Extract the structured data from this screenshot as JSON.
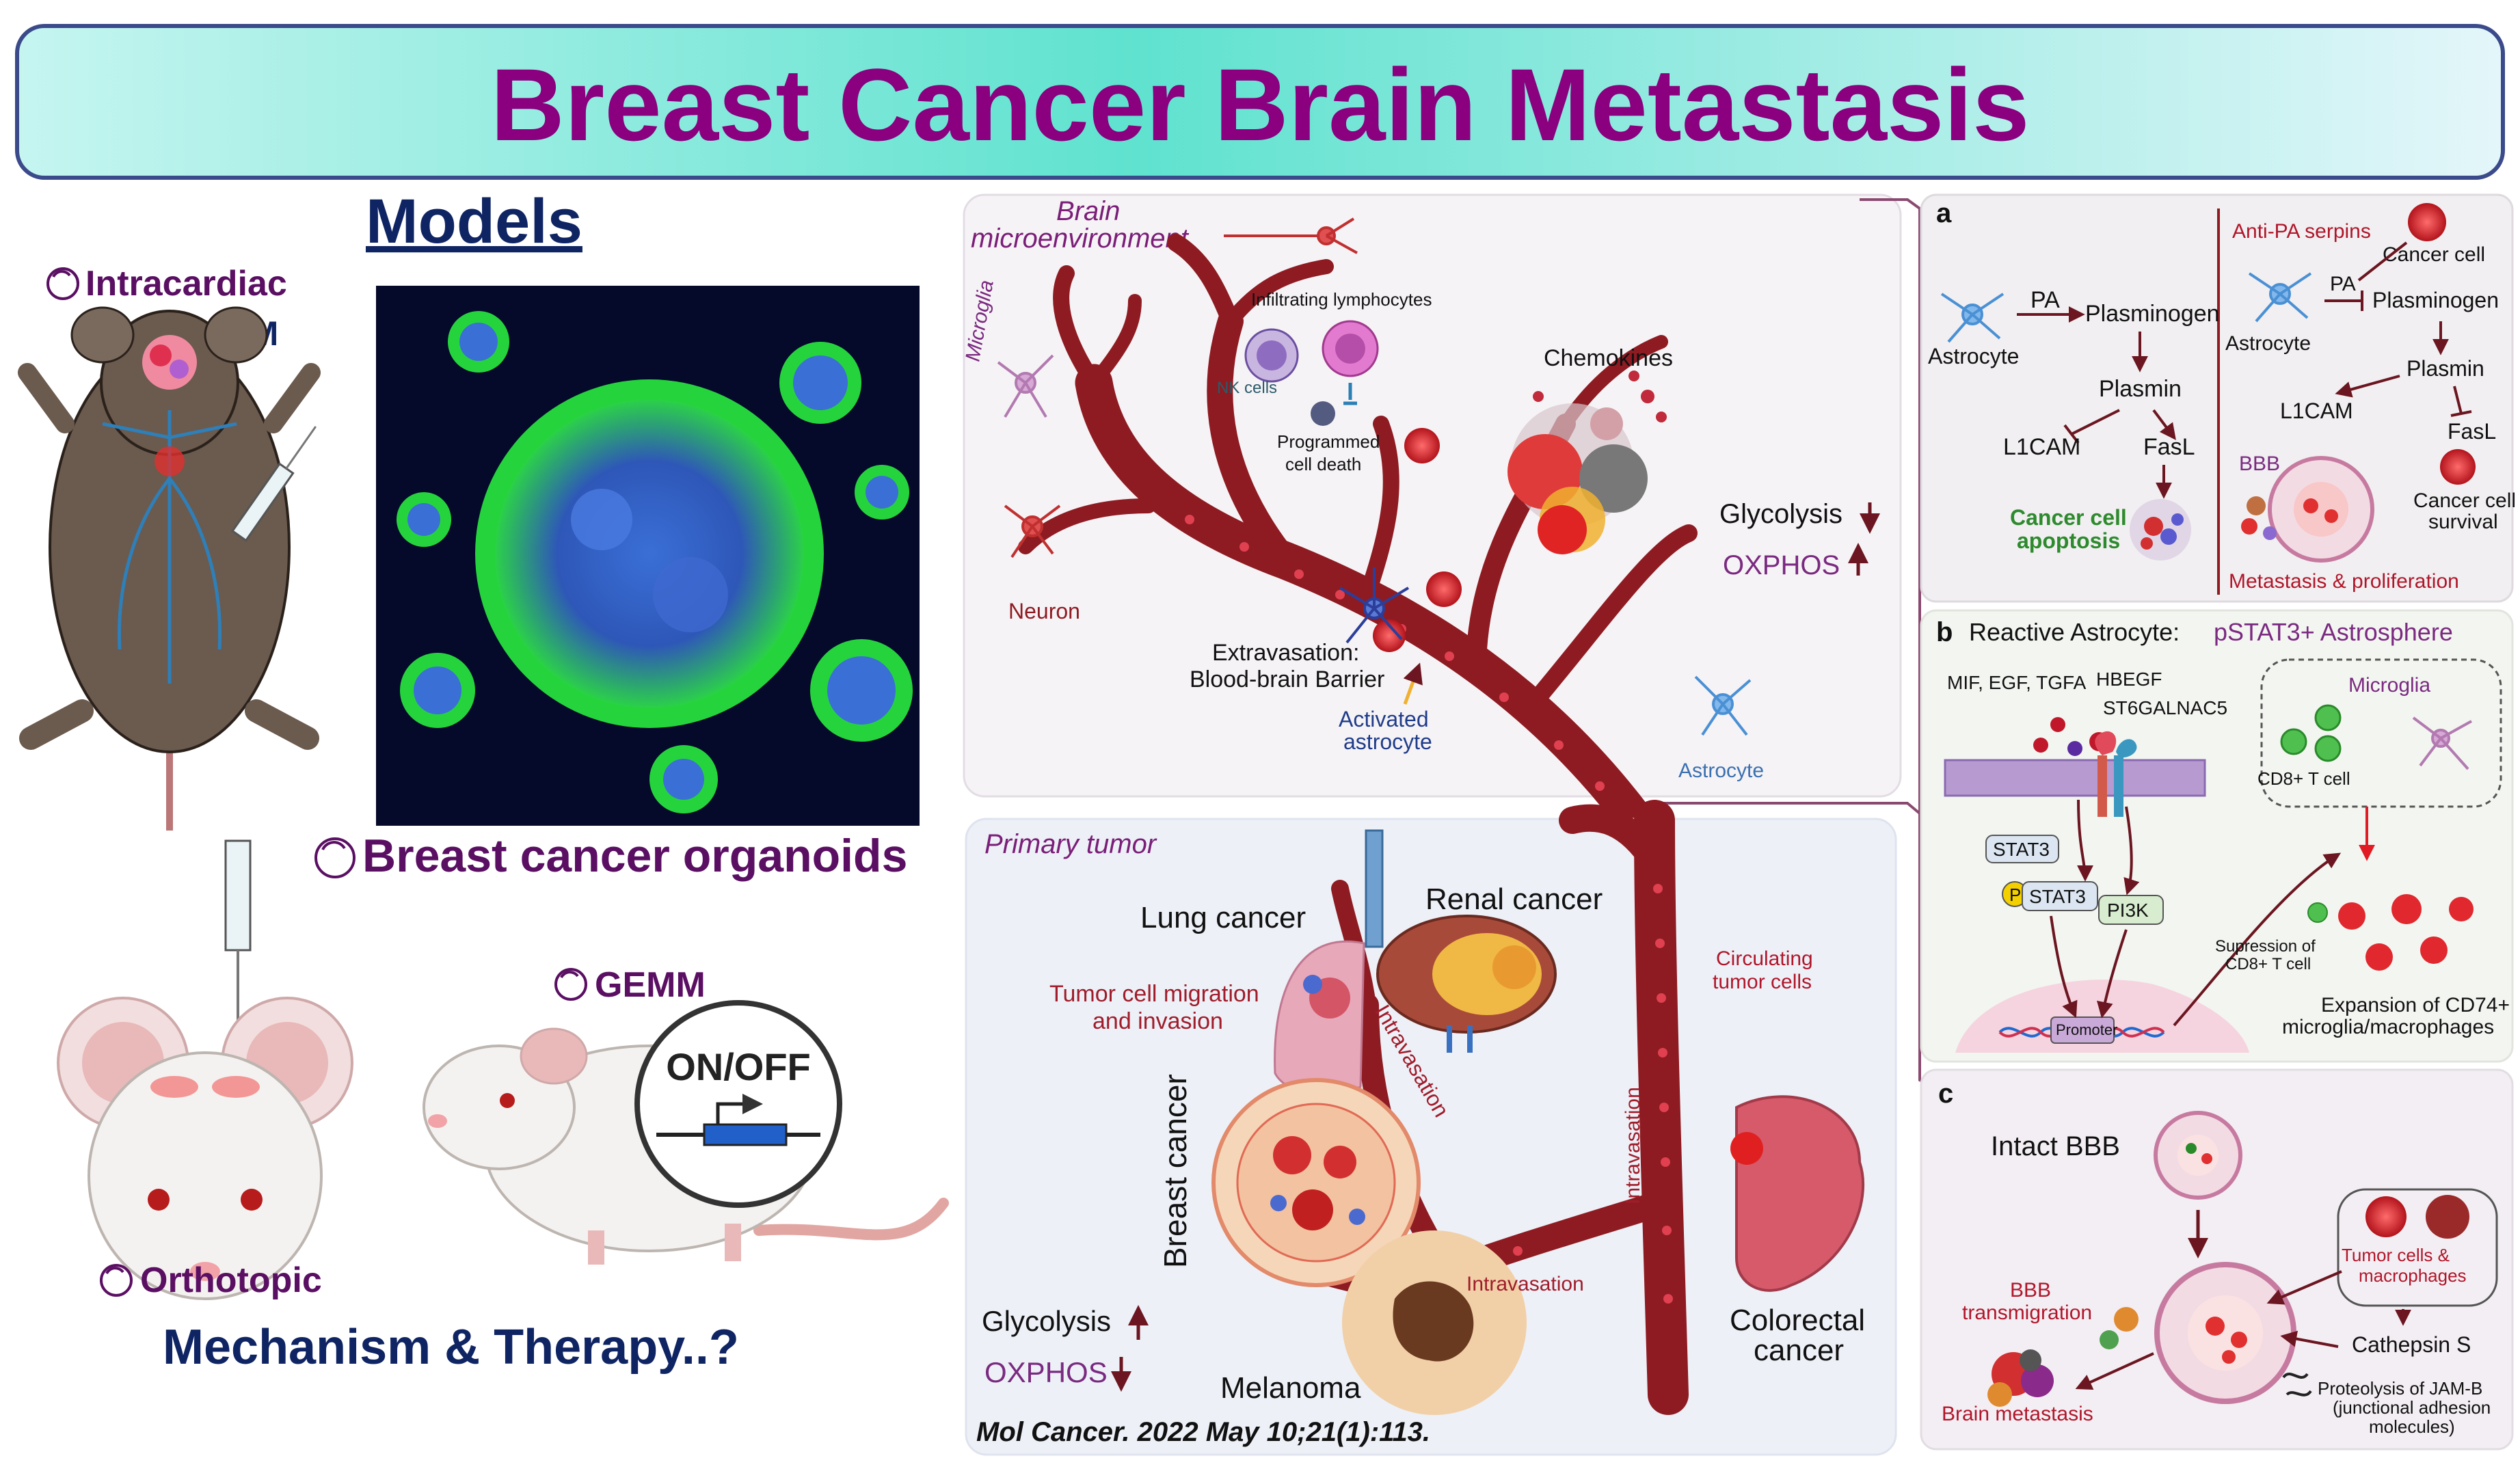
{
  "title": "Breast Cancer Brain Metastasis",
  "models": {
    "heading": "Models",
    "intracardiac": "Intracardiac",
    "brm": "BrM",
    "organoids": "Breast cancer organoids",
    "gemm": "GEMM",
    "on_off": "ON/OFF",
    "orthotopic": "Orthotopic",
    "question": "Mechanism & Therapy..?"
  },
  "brain": {
    "section_title_1": "Brain",
    "section_title_2": "microenvironment",
    "microglia": "Microglia",
    "neuron": "Neuron",
    "infiltrating": "Infiltrating lymphocytes",
    "nk": "NK cells",
    "programmed_1": "Programmed",
    "programmed_2": "cell death",
    "chemokines": "Chemokines",
    "glycolysis": "Glycolysis",
    "oxphos": "OXPHOS",
    "extravasation_1": "Extravasation:",
    "extravasation_2": "Blood-brain Barrier",
    "activated_1": "Activated",
    "activated_2": "astrocyte",
    "astrocyte": "Astrocyte"
  },
  "primary": {
    "section_title": "Primary tumor",
    "lung": "Lung cancer",
    "renal": "Renal cancer",
    "migration_1": "Tumor cell migration",
    "migration_2": "and invasion",
    "intravasation_1": "Intravasation",
    "intravasation_2": "Intravasation",
    "intravasation_3": "Intravasation",
    "circulating_1": "Circulating",
    "circulating_2": "tumor cells",
    "breast": "Breast cancer",
    "colorectal_1": "Colorectal",
    "colorectal_2": "cancer",
    "melanoma": "Melanoma",
    "glycolysis": "Glycolysis",
    "oxphos": "OXPHOS",
    "citation": "Mol Cancer. 2022 May 10;21(1):113."
  },
  "panel_a": {
    "letter": "a",
    "pa": "PA",
    "plasminogen": "Plasminogen",
    "astrocyte": "Astrocyte",
    "plasmin": "Plasmin",
    "l1cam": "L1CAM",
    "fasl": "FasL",
    "apoptosis_1": "Cancer cell",
    "apoptosis_2": "apoptosis",
    "anti_pa": "Anti-PA serpins",
    "cancer_cell": "Cancer cell",
    "pa2": "PA",
    "plasminogen2": "Plasminogen",
    "astrocyte2": "Astrocyte",
    "plasmin2": "Plasmin",
    "l1cam2": "L1CAM",
    "fasl2": "FasL",
    "bbb": "BBB",
    "survival_1": "Cancer cell",
    "survival_2": "survival",
    "metastasis": "Metastasis & proliferation"
  },
  "panel_b": {
    "letter": "b",
    "heading_1": "Reactive Astrocyte:",
    "heading_2": "pSTAT3+ Astrosphere",
    "ligands": "MIF, EGF, TGFA",
    "hbegf": "HBEGF",
    "st6": "ST6GALNAC5",
    "microglia": "Microglia",
    "cd8": "CD8+ T cell",
    "stat3": "STAT3",
    "p": "P",
    "stat3p": "STAT3",
    "pi3k": "PI3K",
    "suppression_1": "Supression of",
    "suppression_2": "CD8+ T cell",
    "promoter": "Promoter",
    "expansion_1": "Expansion of CD74+",
    "expansion_2": "microglia/macrophages"
  },
  "panel_c": {
    "letter": "c",
    "intact": "Intact BBB",
    "tumor_macro_1": "Tumor cells &",
    "tumor_macro_2": "macrophages",
    "bbb_trans_1": "BBB",
    "bbb_trans_2": "transmigration",
    "cathepsin": "Cathepsin S",
    "brain_met": "Brain metastasis",
    "proteolysis_1": "Proteolysis of JAM-B",
    "proteolysis_2": "(junctional adhesion",
    "proteolysis_3": "molecules)"
  },
  "colors": {
    "title_purple": "#8a007e",
    "navy": "#0f2463",
    "vessel_red": "#8e1b22",
    "header_grad_left": "#c6f5f0",
    "header_grad_mid": "#5fe2cf"
  }
}
